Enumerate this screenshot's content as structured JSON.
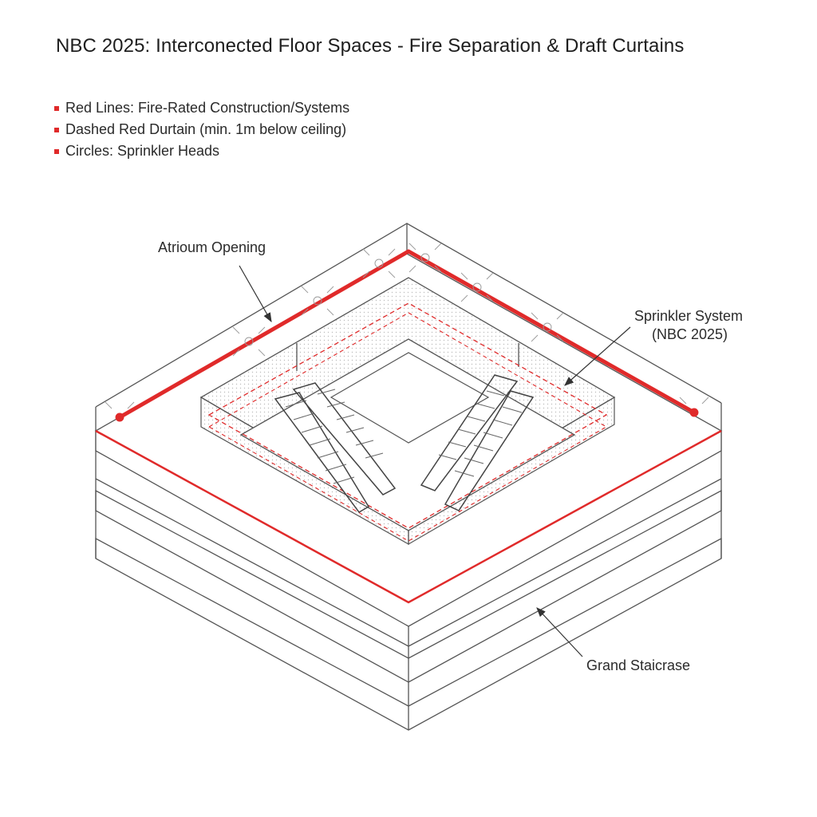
{
  "title": "NBC 2025: Interconected Floor Spaces - Fire Separation & Draft Curtains",
  "legend": [
    {
      "label": "Red Lines: Fire-Rated Construction/Systems"
    },
    {
      "label": "Dashed Red Durtain (min. 1m below ceiling)"
    },
    {
      "label": "Circles: Sprinkler Heads"
    }
  ],
  "callouts": {
    "atrium": "Atrioum Opening",
    "sprinkler_line1": "Sprinkler System",
    "sprinkler_line2": "(NBC 2025)",
    "staircase": "Grand Staicrase"
  },
  "colors": {
    "fire_red": "#e02a2a",
    "line": "#555555",
    "hatch": "#cfcfcf"
  },
  "icons": {
    "legend_marker": "red-square",
    "sprinkler": "sprinkler-head-icon",
    "escalator": "escalator-icon"
  }
}
